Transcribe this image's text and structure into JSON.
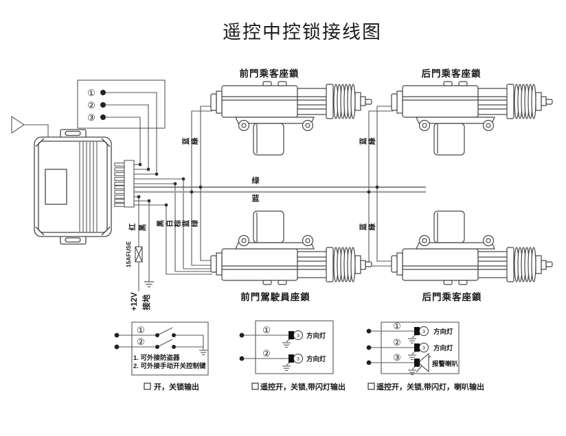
{
  "title": "遥控中控锁接线图",
  "actuators": {
    "top_left": "前門乘客座鎖",
    "top_right": "后門乘客座鎖",
    "bottom_left": "前門駕駛員座鎖",
    "bottom_right": "后門乘客座鎖"
  },
  "remote": {
    "ch1": "①",
    "ch2": "②",
    "ch3": "③"
  },
  "wires": {
    "red": "红",
    "black": "黑",
    "fuse": "15AFUSE",
    "power": "+12V",
    "ground": "接地",
    "bundle": [
      "黑",
      "白",
      "棕",
      "蓝",
      "绿"
    ],
    "bus_green": "绿",
    "bus_blue": "蓝",
    "pair_blue": "蓝",
    "pair_green": "綠"
  },
  "legend1": {
    "n1": "①",
    "n2": "②",
    "note1": "1. 可外接防盗器",
    "note2": "2. 可外接手动开关控制键",
    "caption": "开，关锁输出"
  },
  "legend2": {
    "n1": "①",
    "n2": "②",
    "lamp": "方向灯",
    "bulb": "3",
    "caption": "遥控开，关锁,带闪灯输出"
  },
  "legend3": {
    "n1": "①",
    "n2": "②",
    "n3": "③",
    "lamp": "方向灯",
    "horn": "报警喇叭",
    "bulb": "3",
    "caption": "遥控开，关锁,带闪灯，喇叭输出"
  },
  "colors": {
    "line": "#444444",
    "bus_gray": "#a2a2a2",
    "background": "#ffffff"
  }
}
